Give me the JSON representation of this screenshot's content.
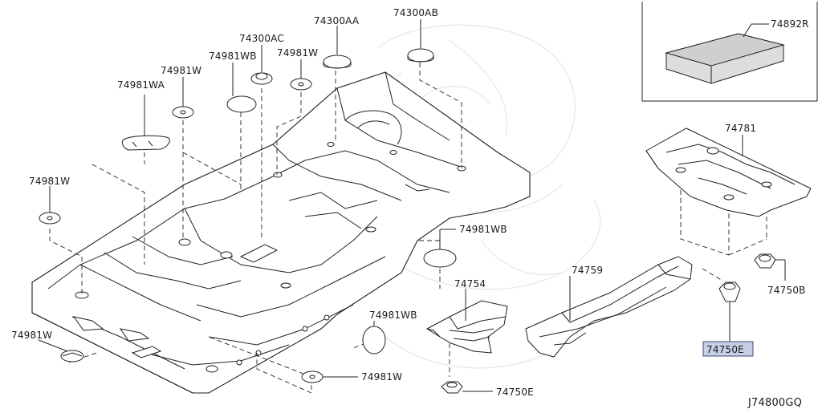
{
  "diagram": {
    "code": "J74800GQ",
    "highlight_color": "#c6cfe6",
    "callouts": {
      "p74892R": "74892R",
      "p74781": "74781",
      "p74300AA": "74300AA",
      "p74300AB": "74300AB",
      "p74300AC": "74300AC",
      "p74981WB_top": "74981WB",
      "p74981W_top": "74981W",
      "p74981W_left2": "74981W",
      "p74981WA": "74981WA",
      "p74981W_left": "74981W",
      "p74981WB_mid": "74981WB",
      "p74754": "74754",
      "p74759": "74759",
      "p74750B": "74750B",
      "p74750E_hl": "74750E",
      "p74981WB_low": "74981WB",
      "p74981W_bottom": "74981W",
      "p74981W_bl": "74981W",
      "p74750E_bottom": "74750E"
    }
  }
}
